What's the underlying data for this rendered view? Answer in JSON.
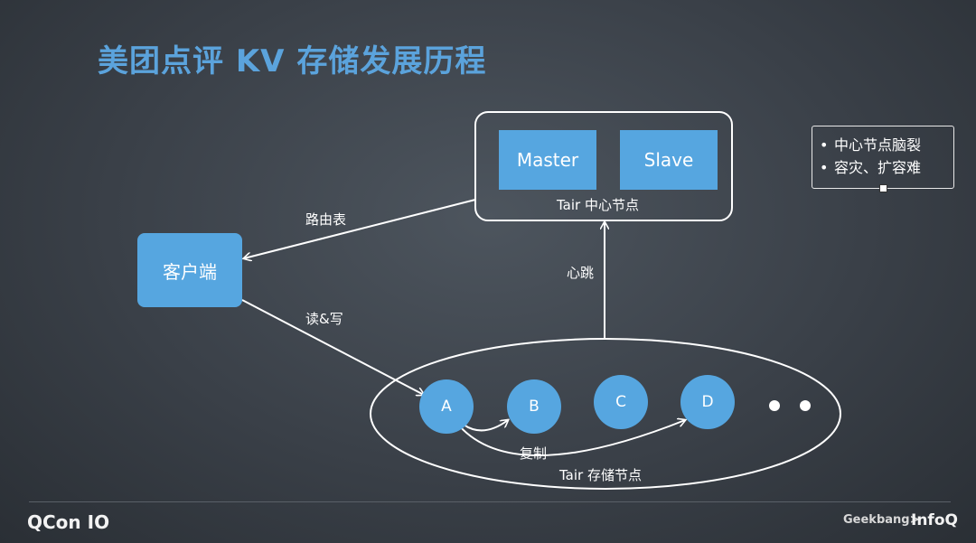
{
  "title": "美团点评 KV 存储发展历程",
  "center": {
    "master": "Master",
    "slave": "Slave",
    "label": "Tair 中心节点"
  },
  "client": "客户端",
  "edges": {
    "routing": "路由表",
    "readwrite": "读&写",
    "heartbeat": "心跳",
    "replicate": "复制"
  },
  "storage": {
    "nodes": [
      "A",
      "B",
      "C",
      "D"
    ],
    "label": "Tair 存储节点"
  },
  "callout": {
    "items": [
      "中心节点脑裂",
      "容灾、扩容难"
    ],
    "bullet": "•"
  },
  "footer": {
    "left": "QCon IO",
    "brand": "Geekbang>",
    "right": "InfoQ"
  }
}
